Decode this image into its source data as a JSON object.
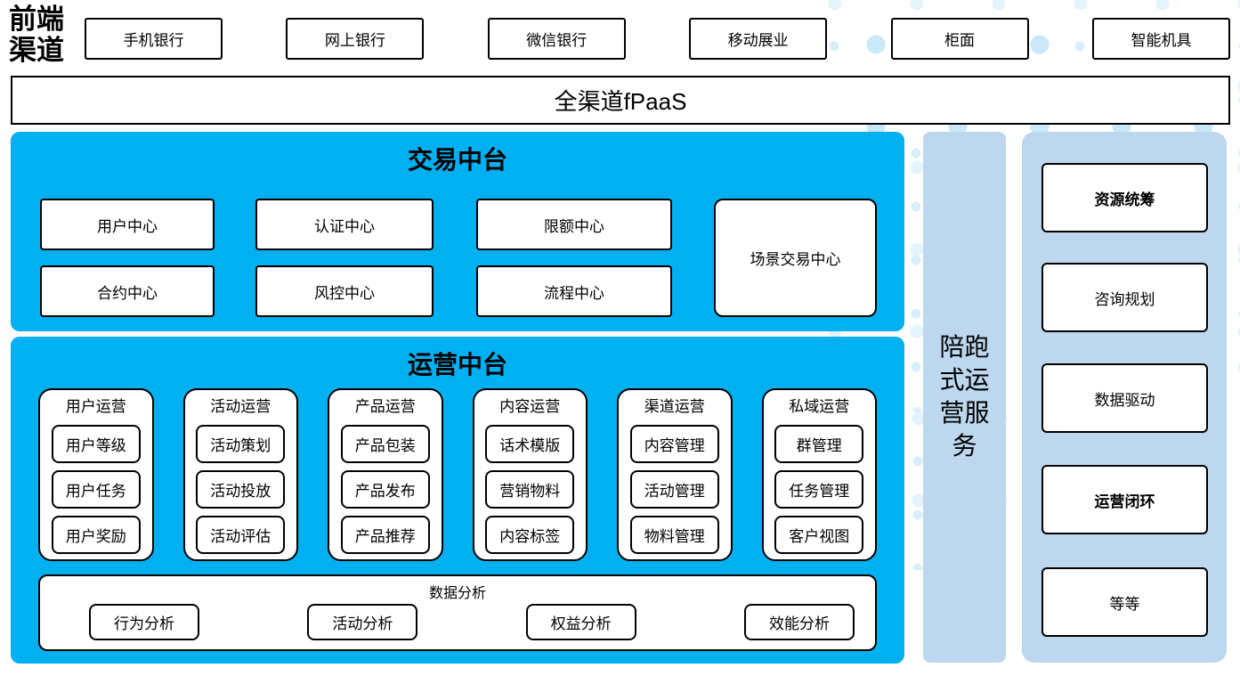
{
  "frontend": {
    "label": "前端渠道",
    "channels": [
      "手机银行",
      "网上银行",
      "微信银行",
      "移动展业",
      "柜面",
      "智能机具"
    ]
  },
  "fpaas_label": "全渠道fPaaS",
  "transaction": {
    "title": "交易中台",
    "row1": [
      "用户中心",
      "认证中心",
      "限额中心"
    ],
    "row2": [
      "合约中心",
      "风控中心",
      "流程中心"
    ],
    "scenario": "场景交易中心"
  },
  "operation": {
    "title": "运营中台",
    "columns": [
      {
        "header": "用户运营",
        "items": [
          "用户等级",
          "用户任务",
          "用户奖励"
        ]
      },
      {
        "header": "活动运营",
        "items": [
          "活动策划",
          "活动投放",
          "活动评估"
        ]
      },
      {
        "header": "产品运营",
        "items": [
          "产品包装",
          "产品发布",
          "产品推荐"
        ]
      },
      {
        "header": "内容运营",
        "items": [
          "话术模版",
          "营销物料",
          "内容标签"
        ]
      },
      {
        "header": "渠道运营",
        "items": [
          "内容管理",
          "活动管理",
          "物料管理"
        ]
      },
      {
        "header": "私域运营",
        "items": [
          "群管理",
          "任务管理",
          "客户视图"
        ]
      }
    ],
    "analysis": {
      "title": "数据分析",
      "items": [
        "行为分析",
        "活动分析",
        "权益分析",
        "效能分析"
      ]
    }
  },
  "service_bar_label": "陪跑式运营服务",
  "right_panel": {
    "boxes": [
      "资源统筹",
      "咨询规划",
      "数据驱动",
      "运营闭环",
      "等等"
    ]
  },
  "colors": {
    "primary_blue": "#00B0F0",
    "light_blue": "#BDD7EE",
    "dot_blue": "#D9EFFB",
    "border_black": "#000000"
  }
}
